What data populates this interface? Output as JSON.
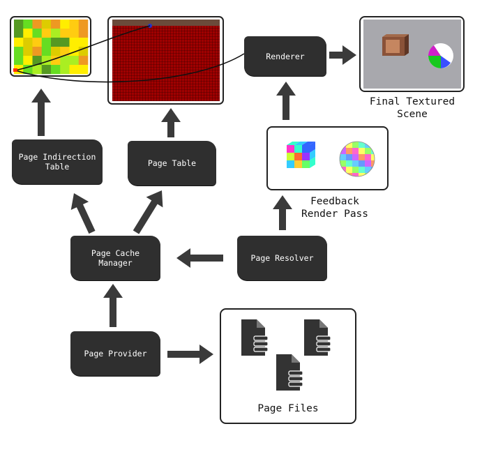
{
  "nodes": {
    "renderer": "Renderer",
    "page_indirection_table": "Page Indirection\nTable",
    "page_table": "Page Table",
    "page_cache_manager": "Page Cache\nManager",
    "page_resolver": "Page Resolver",
    "page_provider": "Page Provider"
  },
  "captions": {
    "final_scene": "Final Textured\nScene",
    "feedback_pass": "Feedback\nRender Pass",
    "page_files": "Page Files"
  },
  "icons": {
    "file": "file-database-icon",
    "arrow": "arrow-icon"
  },
  "colors": {
    "node_fill": "#2f2f2f",
    "arrow": "#3a3a3a",
    "page_table_red": "#a00000",
    "scene_bg": "#a8a8ad"
  }
}
